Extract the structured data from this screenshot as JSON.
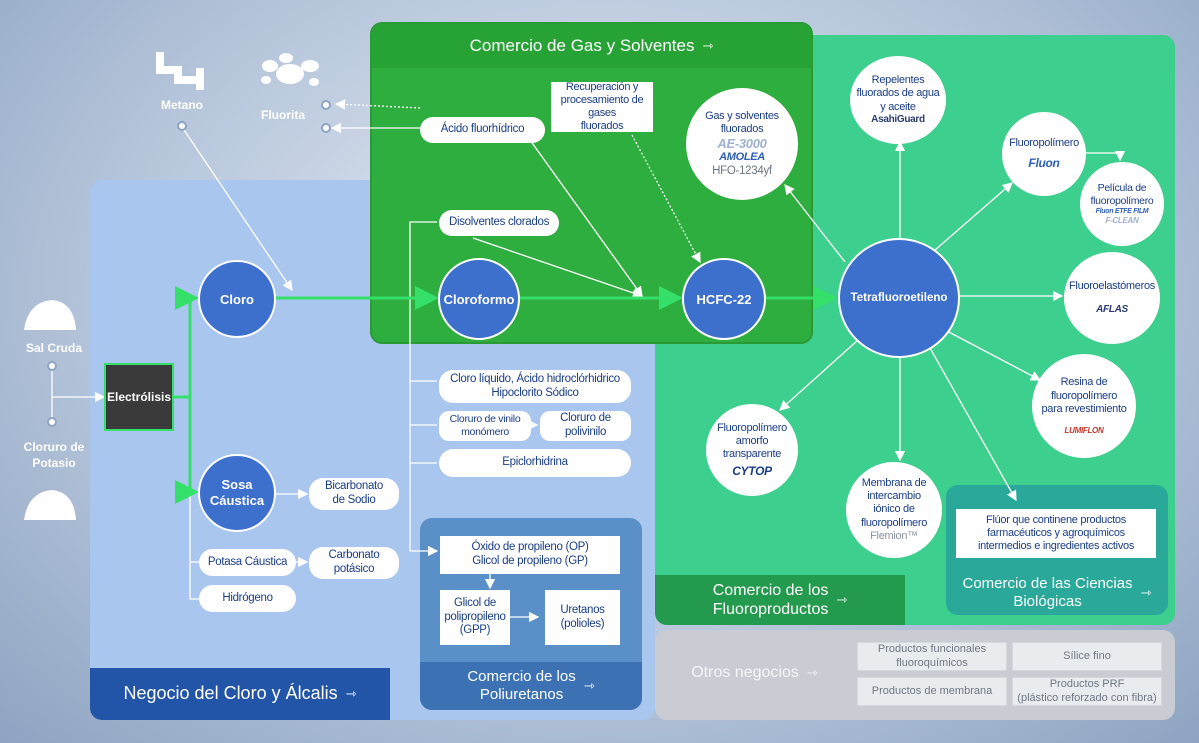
{
  "panels": {
    "chlor": "Negocio del Cloro y Álcalis",
    "gas_line1": "Comercio de Gas y Solventes",
    "fluoro_line1": "Comercio de los",
    "fluoro_line2": "Fluoroproductos",
    "life_line1": "Comercio de las Ciencias",
    "life_line2": "Biológicas",
    "poly_line1": "Comercio de los",
    "poly_line2": "Poliuretanos",
    "other": "Otros negocios",
    "arrow": "⇾"
  },
  "raw": {
    "metano": "Metano",
    "fluorita": "Fluorita",
    "sal": "Sal Cruda",
    "kcl_line1": "Cloruro de",
    "kcl_line2": "Potasio"
  },
  "nodes": {
    "electrolisis": "Electrólisis",
    "cloro": "Cloro",
    "sosa_line1": "Sosa",
    "sosa_line2": "Cáustica",
    "cloroformo": "Cloroformo",
    "hcfc": "HCFC-22",
    "tfe": "Tetrafluoroetileno"
  },
  "chlor_items": {
    "bicarbonato_1": "Bicarbonato",
    "bicarbonato_2": "de Sodio",
    "potasa": "Potasa Cáustica",
    "carbonato_1": "Carbonato",
    "carbonato_2": "potásico",
    "hidrogeno": "Hidrógeno",
    "cloro_liq_1": "Cloro líquido, Ácido hidroclórhidrico",
    "cloro_liq_2": "Hipoclorito Sódico",
    "vinilo_1": "Cloruro de vinilo",
    "vinilo_2": "monómero",
    "pvc_1": "Cloruro de",
    "pvc_2": "polivinilo",
    "epi": "Epiclorhidrina"
  },
  "poly_items": {
    "op_1": "Óxido de propileno (OP)",
    "op_2": "Glicol de propileno (GP)",
    "gpp_1": "Glicol de",
    "gpp_2": "polipropileno",
    "gpp_3": "(GPP)",
    "uretanos_1": "Uretanos",
    "uretanos_2": "(polioles)"
  },
  "gas_items": {
    "acido": "Ácido fluorhídrico",
    "recup_1": "Recuperación y",
    "recup_2": "procesamiento de gases",
    "recup_3": "fluorados",
    "disolventes": "Disolventes clorados",
    "gases_1": "Gas y solventes",
    "gases_2": "fluorados",
    "gases_brand1": "AE-3000",
    "gases_brand2": "AMOLEA",
    "gases_3": "HFO-1234yf"
  },
  "fluoro_items": {
    "repel_1": "Repelentes",
    "repel_2": "fluorados de agua",
    "repel_3": "y aceite",
    "repel_brand": "AsahiGuard",
    "fluoropol": "Fluoropolímero",
    "fluoropol_brand": "Fluon",
    "pelicula_1": "Película de",
    "pelicula_2": "fluoropolímero",
    "pelicula_brand1": "Fluon ETFE FILM",
    "pelicula_brand2": "F-CLEAN",
    "elast": "Fluoroelastómeros",
    "elast_brand": "AFLAS",
    "resina_1": "Resina de",
    "resina_2": "fluoropolímero",
    "resina_3": "para revestimiento",
    "resina_brand": "LUMIFLON",
    "membrana_1": "Membrana de",
    "membrana_2": "intercambio",
    "membrana_3": "iónico de",
    "membrana_4": "fluoropolímero",
    "membrana_brand": "Flemion™",
    "amorfo_1": "Fluoropolímero",
    "amorfo_2": "amorfo",
    "amorfo_3": "transparente",
    "amorfo_brand": "CYTOP"
  },
  "life_items": {
    "text_1": "Flúor que continene productos",
    "text_2": "farmacéuticos y agroquímicos",
    "text_3": "intermedios e ingredientes activos"
  },
  "other_items": {
    "funcionales_1": "Productos funcionales",
    "funcionales_2": "fluoroquímicos",
    "silice": "Sílice fino",
    "membrana": "Productos de membrana",
    "prf_1": "Productos PRF",
    "prf_2": "(plástico reforzado con fibra)"
  }
}
